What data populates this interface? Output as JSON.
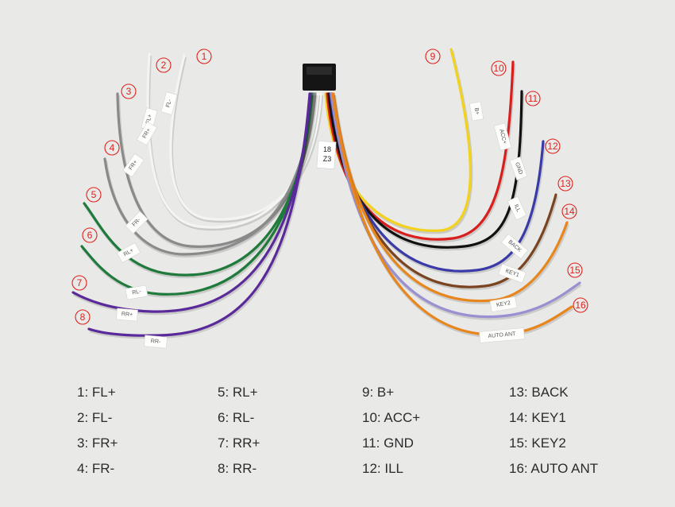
{
  "wires": [
    {
      "num": "1",
      "tag": "FL-",
      "color": "#f4f4f2"
    },
    {
      "num": "2",
      "tag": "FL+",
      "color": "#f4f4f2"
    },
    {
      "num": "3",
      "tag": "FR+",
      "color": "#8a8a8a"
    },
    {
      "num": "4",
      "tag": "FR+",
      "color": "#8a8a8a"
    },
    {
      "num": "5",
      "tag": "FR-",
      "color": "#1f7a3c"
    },
    {
      "num": "6",
      "tag": "RL+",
      "color": "#1f7a3c"
    },
    {
      "num": "7",
      "tag": "RL-",
      "color": "#5a2a9a"
    },
    {
      "num": "8",
      "tag": "RR+",
      "color": "#5a2a9a"
    },
    {
      "num": "9",
      "tag": "B+",
      "color": "#f2d21c"
    },
    {
      "num": "10",
      "tag": "ACC+",
      "color": "#d91e1e"
    },
    {
      "num": "11",
      "tag": "GND",
      "color": "#111111"
    },
    {
      "num": "12",
      "tag": "ILL",
      "color": "#3a3aa8"
    },
    {
      "num": "13",
      "tag": "BACK",
      "color": "#7a4420"
    },
    {
      "num": "14",
      "tag": "KEY1",
      "color": "#e8861e"
    },
    {
      "num": "15",
      "tag": "KEY2",
      "color": "#9a8fd0"
    },
    {
      "num": "16",
      "tag": "AUTO ANT",
      "color": "#e8861e"
    }
  ],
  "extra_tag": "RR-",
  "connector_text": [
    "18",
    "Z3"
  ],
  "legend": [
    "1: FL+",
    "2: FL-",
    "3: FR+",
    "4: FR-",
    "5: RL+",
    "6: RL-",
    "7: RR+",
    "8: RR-",
    "9: B+",
    "10: ACC+",
    "11: GND",
    "12: ILL",
    "13: BACK",
    "14: KEY1",
    "15: KEY2",
    "16: AUTO ANT"
  ]
}
